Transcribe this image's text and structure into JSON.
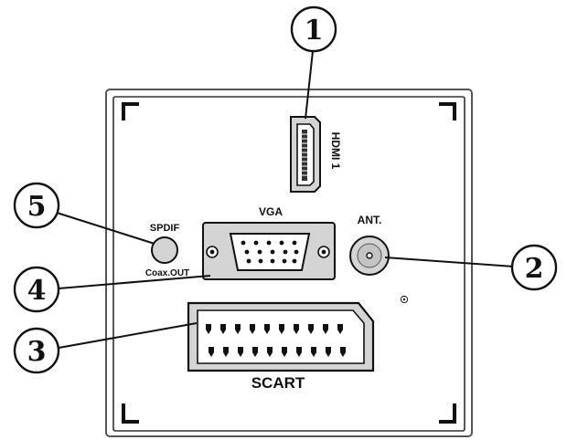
{
  "ports": {
    "hdmi": {
      "label": "HDMI 1"
    },
    "vga": {
      "label": "VGA"
    },
    "antenna": {
      "label": "ANT."
    },
    "scart": {
      "label": "SCART"
    },
    "spdif": {
      "label": "SPDIF",
      "sublabel": "Coax.OUT"
    }
  },
  "callouts": {
    "c1": "1",
    "c2": "2",
    "c3": "3",
    "c4": "4",
    "c5": "5"
  },
  "colors": {
    "line": "#111111",
    "connector_fill": "#d4d4d4",
    "panel_border": "#222222"
  }
}
